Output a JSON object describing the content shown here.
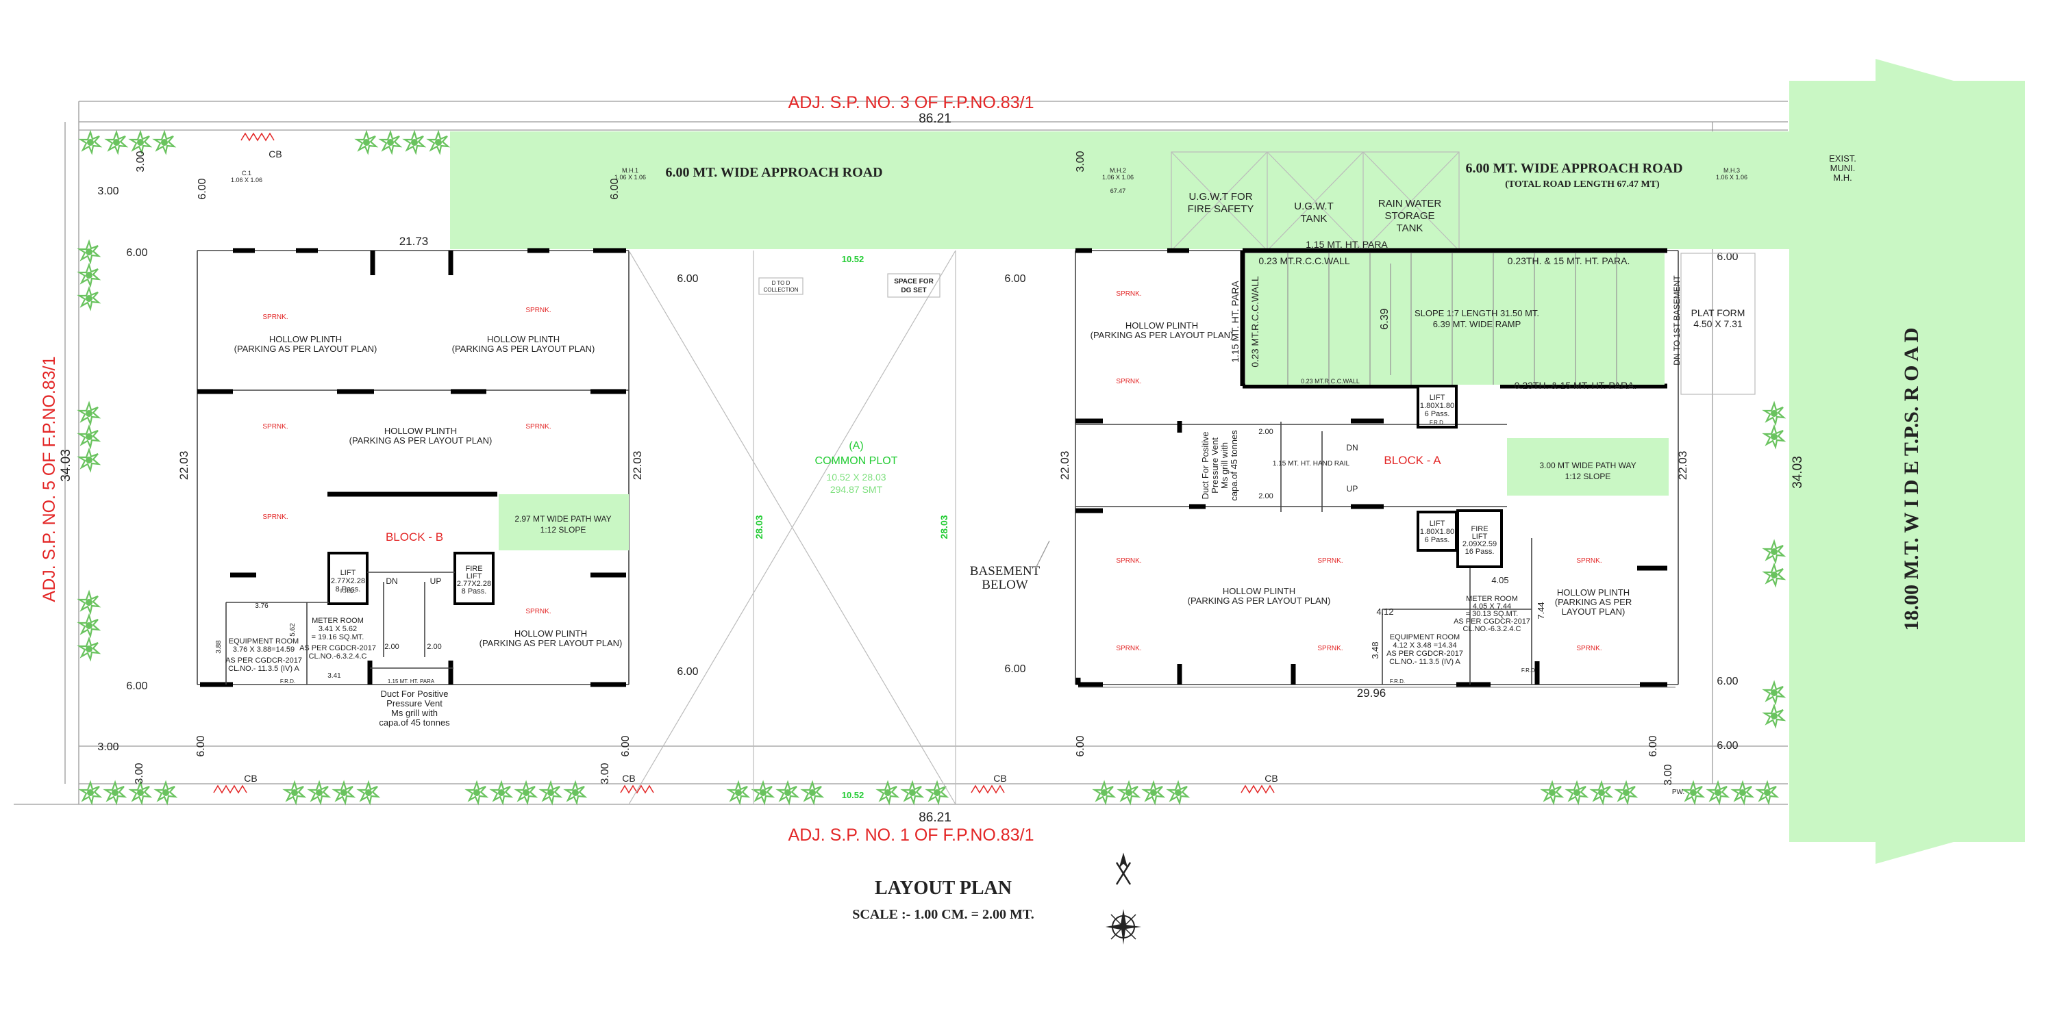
{
  "boundary": {
    "north": "ADJ.  S.P. NO. 3 OF F.P.NO.83/1",
    "south": "ADJ.  S.P. NO. 1 OF F.P.NO.83/1",
    "west": "ADJ.  S.P. NO. 5 OF F.P.NO.83/1",
    "top_length": "86.21",
    "bottom_length": "86.21",
    "left_depth": "34.03",
    "right_depth": "34.03"
  },
  "main_road": "18.00  M.T.  W I D E  T.P.S.  R O A D",
  "approach_road_left": "6.00 MT. WIDE APPROACH ROAD",
  "approach_road_right": "6.00 MT. WIDE APPROACH ROAD",
  "approach_road_length": "(TOTAL ROAD LENGTH 67.47 MT)",
  "exist_muni": [
    "EXIST.",
    "MUNI.",
    "M.H."
  ],
  "tanks": {
    "fire": [
      "U.G.W.T FOR",
      "FIRE SAFETY"
    ],
    "ugwt": [
      "U.G.W.T",
      "TANK"
    ],
    "rain": [
      "RAIN WATER",
      "STORAGE",
      "TANK"
    ]
  },
  "common_plot": {
    "label": "(A)",
    "title": "COMMON PLOT",
    "size": "10.52 X 28.03",
    "area": "294.87 SMT",
    "width": "10.52",
    "depth": "28.03"
  },
  "dg_set": [
    "SPACE FOR",
    "DG SET"
  ],
  "dtod": [
    "D TO D",
    "COLLECTION"
  ],
  "basement_below": [
    "BASEMENT",
    "BELOW"
  ],
  "block_a": {
    "label": "BLOCK - A",
    "ramp": [
      "SLOPE 1:7  LENGTH 31.50 MT.",
      "6.39 MT. WIDE RAMP"
    ],
    "ramp_width": "6.39",
    "rcc_wall_top": "0.23 MT.R.C.C.WALL",
    "rcc_wall_vertical": "0.23 MT.R.C.C.WALL",
    "rcc_wall_bottom": "0.23 MT.R.C.C.WALL",
    "para_top": "1.15 MT. HT. PARA",
    "para_vertical": "1.15 MT. HT. PARA",
    "para_right_top": "0.23TH. & 15 MT. HT. PARA.",
    "para_right_bottom": "0.23TH. & 15 MT. HT. PARA.",
    "dn_basement": "DN TO 1ST BASEMENT",
    "platform": [
      "PLAT FORM",
      "4.50 X 7.31"
    ],
    "path_way": [
      "3.00 MT WIDE  PATH WAY",
      "1:12 SLOPE"
    ],
    "lift_1": [
      "LIFT",
      "1.80X1.80",
      "6 Pass."
    ],
    "lift_2": [
      "LIFT",
      "1.80X1.80",
      "6 Pass."
    ],
    "fire_lift": [
      "FIRE",
      "LIFT",
      "2.09X2.59",
      "16 Pass."
    ],
    "duct": [
      "Duct For Positive",
      "Pressure Vent",
      "Ms grill with",
      "capa.of 45 tonnes"
    ],
    "hand_rail": "1.15 MT. HT. HAND RAIL",
    "meter_room": [
      "METER ROOM",
      "4.05 X 7.44",
      "= 30.13 SQ.MT.",
      "AS PER CGDCR-2017",
      "CL.NO.-6.3.2.4.C"
    ],
    "equipment_room": [
      "EQUIPMENT  ROOM",
      "4.12 X 3.48 =14.34",
      "AS PER CGDCR-2017",
      "CL.NO.- 11.3.5 (IV) A"
    ],
    "hollow_1": [
      "HOLLOW PLINTH",
      "(PARKING AS PER LAYOUT PLAN)"
    ],
    "hollow_2": [
      "HOLLOW PLINTH",
      "(PARKING AS PER LAYOUT PLAN)"
    ],
    "hollow_3": [
      "HOLLOW PLINTH",
      "(PARKING AS PER",
      "LAYOUT PLAN)"
    ],
    "width": "29.96",
    "dim_4_05": "4.05",
    "dim_4_12": "4.12",
    "dim_7_44": "7.44",
    "dim_3_48": "3.48"
  },
  "block_b": {
    "label": "BLOCK - B",
    "path_way": [
      "2.97 MT WIDE  PATH WAY",
      "1:12 SLOPE"
    ],
    "lift": [
      "LIFT",
      "2.77X2.28",
      "8 Pass."
    ],
    "fire_lift": [
      "FIRE",
      "LIFT",
      "2.77X2.28",
      "8 Pass."
    ],
    "meter_room": [
      "METER ROOM",
      "3.41 X 5.62",
      "= 19.16 SQ.MT.",
      "AS PER CGDCR-2017",
      "CL.NO.-6.3.2.4.C"
    ],
    "equipment_room": [
      "EQUIPMENT  ROOM",
      "3.76 X 3.88=14.59",
      "AS PER CGDCR-2017",
      "CL.NO.- 11.3.5 (IV) A"
    ],
    "duct": [
      "Duct For Positive",
      "Pressure Vent",
      "Ms grill with",
      "capa.of 45 tonnes"
    ],
    "hollow_1": [
      "HOLLOW PLINTH",
      "(PARKING AS PER LAYOUT PLAN)"
    ],
    "hollow_2": [
      "HOLLOW PLINTH",
      "(PARKING AS PER LAYOUT PLAN)"
    ],
    "hollow_3": [
      "HOLLOW PLINTH",
      "(PARKING AS PER LAYOUT PLAN)"
    ],
    "hollow_4": [
      "HOLLOW PLINTH",
      "(PARKING AS PER LAYOUT PLAN)"
    ],
    "dim_21_73": "21.73",
    "dim_3_76": "3.76",
    "dim_3_41": "3.41",
    "dim_5_62": "5.62",
    "dim_3_88": "3.88",
    "dim_2_00": "2.00"
  },
  "common_labels": {
    "sprnk": "SPRNK.",
    "cb": "CB",
    "frd": "F.R.D.",
    "dn": "DN",
    "up": "UP",
    "pw": "PW.",
    "mh1": [
      "M.H.1",
      "1.06 X 1.06"
    ],
    "mh2": [
      "M.H.2",
      "1.06 X 1.06",
      "67.47"
    ],
    "mh3": [
      "M.H.3",
      "1.06 X 1.06"
    ],
    "c1": [
      "C.1",
      "1.06 X 1.06"
    ],
    "para_115": "1.15 MT. HT. PARA"
  },
  "dims": {
    "d300": "3.00",
    "d600": "6.00",
    "d2203": "22.03"
  },
  "title": {
    "main": "LAYOUT PLAN",
    "scale": "SCALE :- 1.00 CM. = 2.00 MT."
  }
}
